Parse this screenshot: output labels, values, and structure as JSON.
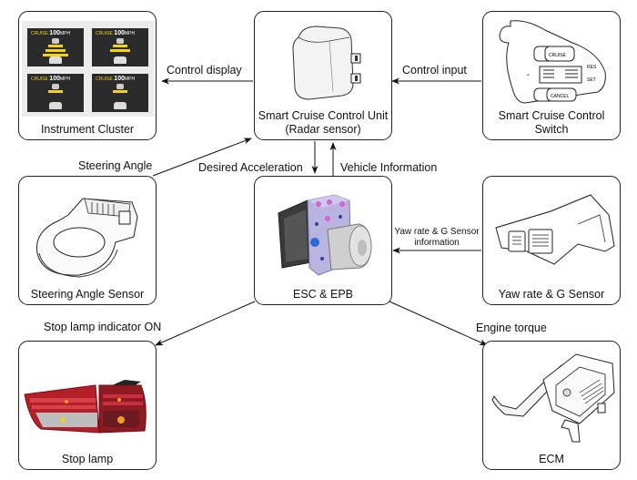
{
  "components": {
    "instrument_cluster": {
      "caption": "Instrument Cluster",
      "screens": [
        {
          "mode": "CRUISE",
          "speed": "100",
          "unit": "MPH"
        },
        {
          "mode": "CRUISE",
          "speed": "100",
          "unit": "MPH"
        },
        {
          "mode": "CRUISE",
          "speed": "100",
          "unit": "MPH"
        },
        {
          "mode": "CRUISE",
          "speed": "100",
          "unit": "MPH"
        }
      ]
    },
    "scc_unit": {
      "caption_line1": "Smart Cruise Control Unit",
      "caption_line2": "(Radar sensor)"
    },
    "scc_switch": {
      "caption_line1": "Smart Cruise Control",
      "caption_line2": "Switch",
      "btn_cruise": "CRUISE",
      "btn_cancel": "CANCEL",
      "res": "RES",
      "set": "SET"
    },
    "steering_angle_sensor": {
      "caption": "Steering Angle Sensor"
    },
    "esc_epb": {
      "caption": "ESC & EPB"
    },
    "yaw_sensor": {
      "caption": "Yaw rate & G Sensor"
    },
    "stop_lamp": {
      "caption": "Stop lamp"
    },
    "ecm": {
      "caption": "ECM"
    }
  },
  "signals": {
    "control_display": "Control display",
    "control_input": "Control input",
    "steering_angle": "Steering Angle",
    "desired_acceleration": "Desired Acceleration",
    "vehicle_information": "Vehicle Information",
    "yaw_info_line1": "Yaw rate & G Sensor",
    "yaw_info_line2": "information",
    "stop_lamp_on": "Stop lamp indicator ON",
    "engine_torque": "Engine torque"
  },
  "colors": {
    "cluster_bg": "#2a2a2a",
    "cluster_yellow": "#f2d31a",
    "esc_body": "#b9b3e0",
    "esc_pink": "#d860d0",
    "lamp_red": "#b3202a",
    "lamp_amber": "#f0a020"
  }
}
